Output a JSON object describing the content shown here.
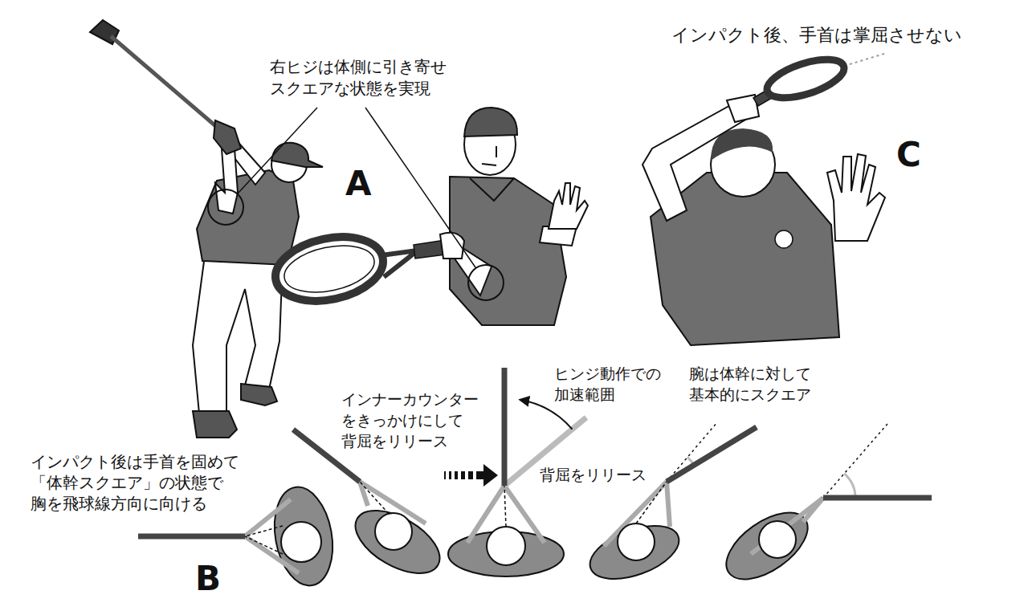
{
  "diagram": {
    "labels": [
      "右ヒジは体側に引き寄せ スクエアな状態を実現",
      "A",
      "インパクト後、手首は掌屈させない",
      "C",
      "ヒンジ動作での 加速範囲",
      "インナーカウンター をきっかけにして 背屈をリリース",
      "腕は体幹に対して 基本的にスクエア",
      "インパクト後は手首を固めて 「体幹スクエア」の状態で 胸を飛球線方向に向ける",
      "背屈をリリース",
      "B"
    ]
  }
}
